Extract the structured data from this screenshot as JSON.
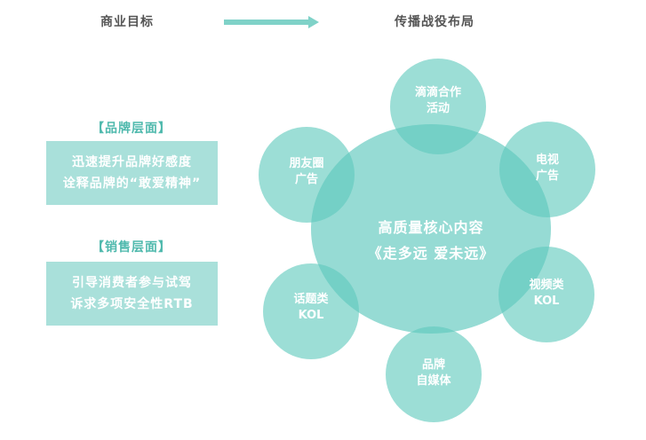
{
  "header": {
    "left_title": "商业目标",
    "right_title": "传播战役布局"
  },
  "goals": [
    {
      "heading": "【品牌层面】",
      "lines": [
        "迅速提升品牌好感度",
        "诠释品牌的“敢爱精神”"
      ]
    },
    {
      "heading": "【销售层面】",
      "lines": [
        "引导消费者参与试驾",
        "诉求多项安全性RTB"
      ]
    }
  ],
  "center": {
    "title": "高质量核心内容",
    "subtitle": "《走多远 爱未远》"
  },
  "satellites": [
    {
      "lines": [
        "滴滴合作",
        "活动"
      ]
    },
    {
      "lines": [
        "电视",
        "广告"
      ]
    },
    {
      "lines": [
        "视频类",
        "KOL"
      ]
    },
    {
      "lines": [
        "品牌",
        "自媒体"
      ]
    },
    {
      "lines": [
        "话题类",
        "KOL"
      ]
    },
    {
      "lines": [
        "朋友圈",
        "广告"
      ]
    }
  ],
  "colors": {
    "teal_circle": "#5fc9bd",
    "goal_box": "#a9e0da",
    "heading_teal": "#4fb9ad",
    "arrow": "#7fd2c8"
  }
}
